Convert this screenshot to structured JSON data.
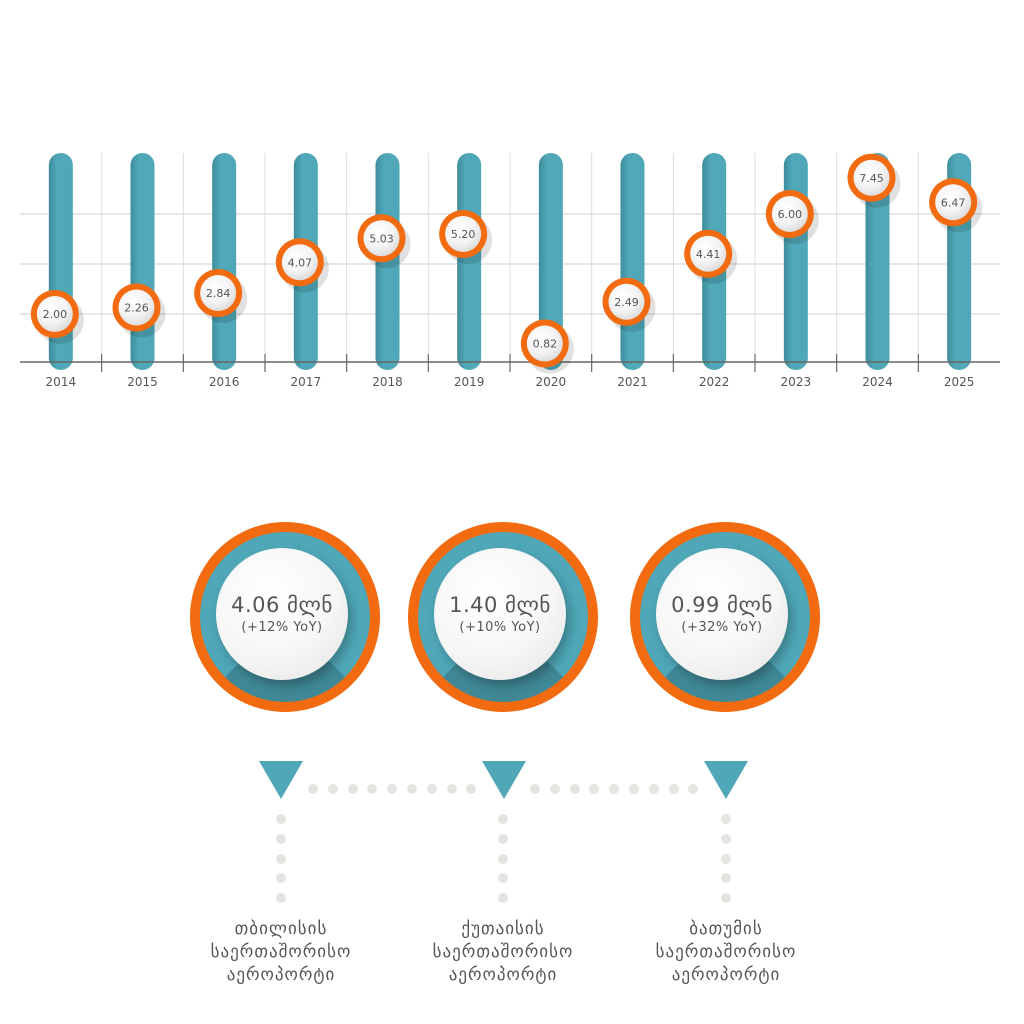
{
  "chart_data": {
    "type": "bar",
    "title": "",
    "xlabel": "",
    "ylabel": "",
    "categories": [
      "2014",
      "2015",
      "2016",
      "2017",
      "2018",
      "2019",
      "2020",
      "2021",
      "2022",
      "2023",
      "2024",
      "2025"
    ],
    "values": [
      2.0,
      2.26,
      2.84,
      4.07,
      5.03,
      5.2,
      0.82,
      2.49,
      4.41,
      6.0,
      7.45,
      6.47
    ],
    "value_labels": [
      "2.00",
      "2.26",
      "2.84",
      "4.07",
      "5.03",
      "5.20",
      "0.82",
      "2.49",
      "4.41",
      "6.00",
      "7.45",
      "6.47"
    ],
    "ylim": [
      0,
      8
    ],
    "grid": true,
    "legend": "none",
    "colors": {
      "bar": "#4fa7b7",
      "marker_ring": "#f36b10",
      "marker_face": "#f2f2f2"
    }
  },
  "airports": [
    {
      "value": "4.06 მლნ",
      "change": "(+12% YoY)",
      "name_lines": [
        "თბილისის",
        "საერთაშორისო",
        "აეროპორტი"
      ]
    },
    {
      "value": "1.40 მლნ",
      "change": "(+10% YoY)",
      "name_lines": [
        "ქუთაისის",
        "საერთაშორისო",
        "აეროპორტი"
      ]
    },
    {
      "value": "0.99 მლნ",
      "change": "(+32% YoY)",
      "name_lines": [
        "ბათუმის",
        "საერთაშორისო",
        "აეროპორტი"
      ]
    }
  ],
  "colors": {
    "orange": "#f36b10",
    "teal": "#4fa7b7",
    "dots": "#e6e4e0",
    "text": "#555555"
  }
}
